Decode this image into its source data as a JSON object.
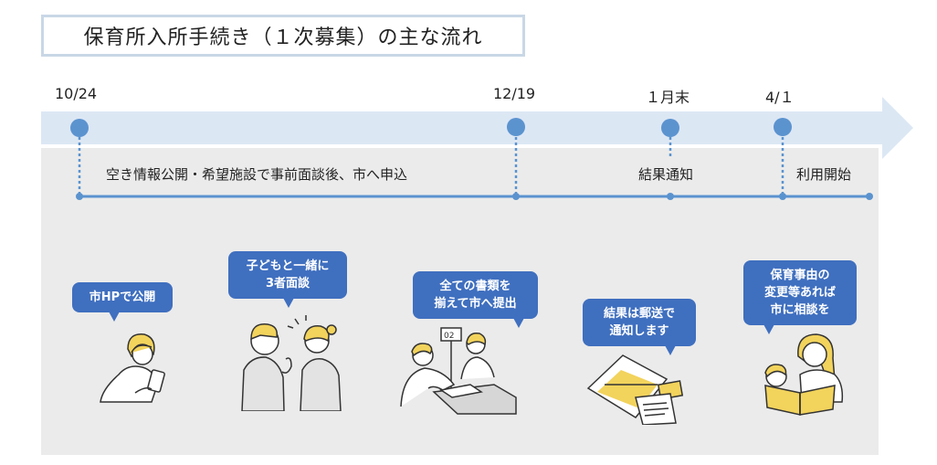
{
  "title": "保育所入所手続き（１次募集）の主な流れ",
  "colors": {
    "arrow_band": "#dce7f4",
    "timeline": "#5b93cf",
    "panel": "#ebebeb",
    "bubble": "#3f6fbf",
    "illustration_accent": "#f2d35c"
  },
  "milestones": [
    {
      "date": "10/24"
    },
    {
      "date": "12/19"
    },
    {
      "date": "１月末"
    },
    {
      "date": "4/１"
    }
  ],
  "stages": [
    {
      "label": "空き情報公開・希望施設で事前面談後、市へ申込"
    },
    {
      "label": "結果通知"
    },
    {
      "label": "利用開始"
    }
  ],
  "steps": [
    {
      "bubble": [
        "市HPで公開"
      ],
      "illustration": "woman-with-smartphone-icon"
    },
    {
      "bubble": [
        "子どもと一緒に",
        "3者面談"
      ],
      "illustration": "interview-people-icon"
    },
    {
      "bubble": [
        "全ての書類を",
        "揃えて市へ提出"
      ],
      "illustration": "counter-submission-icon",
      "counter_number": "02"
    },
    {
      "bubble": [
        "結果は郵送で",
        "通知します"
      ],
      "illustration": "mail-envelope-icon"
    },
    {
      "bubble": [
        "保育事由の",
        "変更等あれば",
        "市に相談を"
      ],
      "illustration": "parent-child-reading-icon"
    }
  ]
}
